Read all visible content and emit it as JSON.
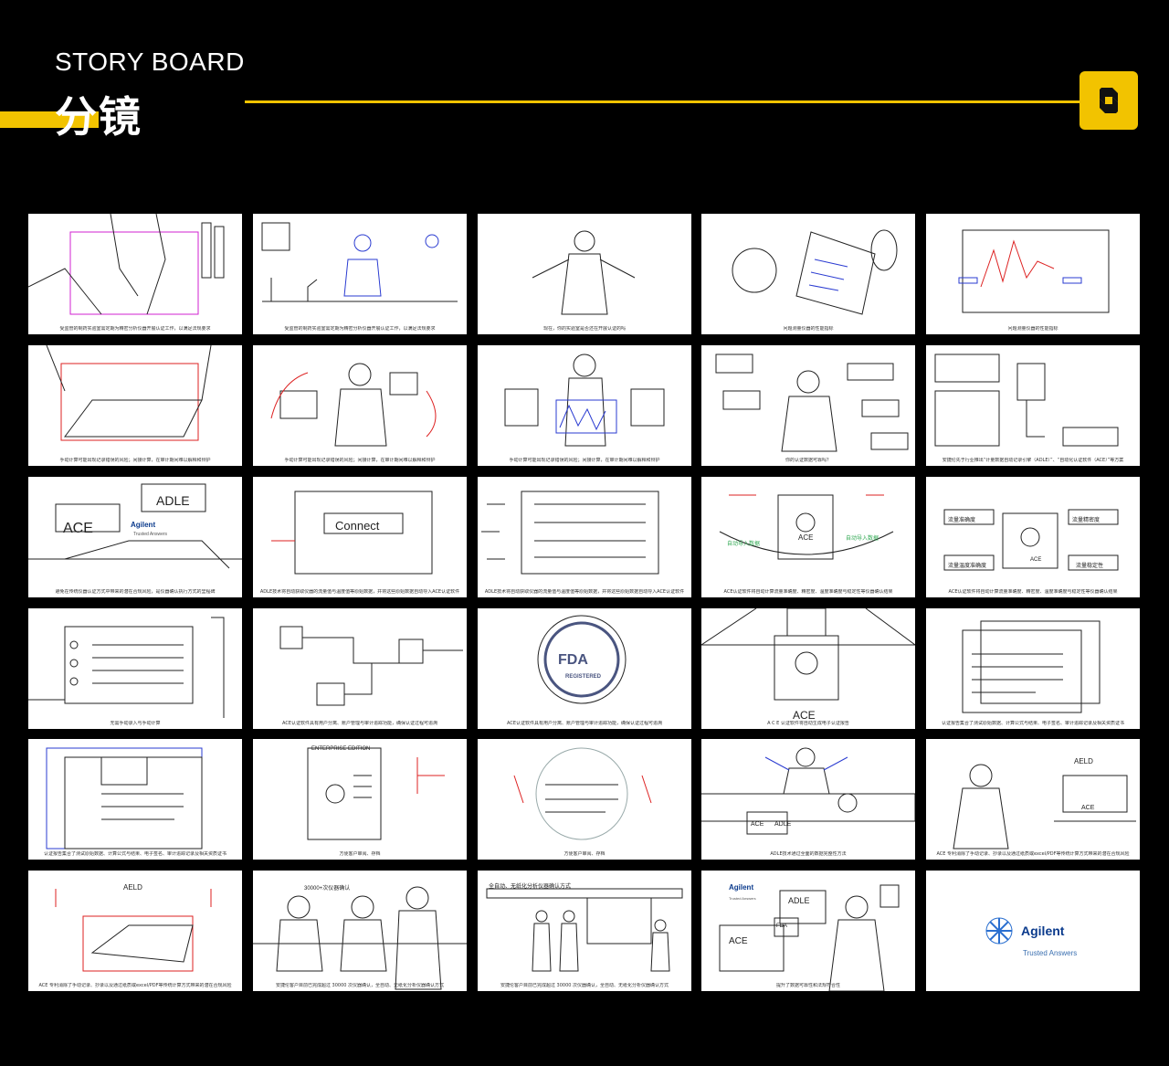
{
  "header": {
    "title_en": "STORY BOARD",
    "title_cn": "分镜",
    "accent_color": "#f2c300"
  },
  "panels": [
    {
      "caption": "受监管的制药实验室需定期为精密分析仪器开展认证工作，以满足法规要求"
    },
    {
      "caption": "受监管的制药实验室需定期为精密分析仪器开展认证工作，以满足法规要求"
    },
    {
      "caption": "现在，你的实验室是否还在开展认证的吗"
    },
    {
      "caption": "问题测量仪器的性能指标"
    },
    {
      "caption": "问题测量仪器的性能指标"
    },
    {
      "caption": "手动计算可能出现记录错误的风险；间接计算，在审计期间难以解释和辩护"
    },
    {
      "caption": "手动计算可能出现记录错误的风险；间接计算，在审计期间难以解释和辩护"
    },
    {
      "caption": "手动计算可能出现记录错误的风险；间接计算，在审计期间难以解释和辩护"
    },
    {
      "caption": "你的认证数据可靠吗？"
    },
    {
      "caption": "安捷伦先于行业推出“计量数据自动记录引擎（ADLE）”、“自动化认证软件（ACE）”等方案"
    },
    {
      "caption": "避免在传统仪器认证方式中带来的潜在合规风险，是仪器确认执行方式的里程碑",
      "labels": [
        "ACE",
        "ADLE",
        "Agilent",
        "Trusted Answers"
      ]
    },
    {
      "caption": "ADLE技术将自动获取仪器的流量值与温度值等原始数据，并将这些原始数据自动导入ACE认证软件",
      "labels": [
        "Connect"
      ]
    },
    {
      "caption": "ADLE技术将自动获取仪器的流量值与温度值等原始数据，并将这些原始数据自动导入ACE认证软件"
    },
    {
      "caption": "ACE认证软件将自动计算流量准确度、精密度、温度准确度与稳定性等仪器确认结果",
      "labels": [
        "ACE",
        "自动导入数据",
        "自动导入数据"
      ]
    },
    {
      "caption": "ACE认证软件将自动计算流量准确度、精密度、温度准确度与稳定性等仪器确认结果",
      "labels": [
        "流量准确度",
        "流量精密度",
        "流量温度准确度",
        "流量稳定性",
        "ACE"
      ]
    },
    {
      "caption": "无需手动录入与手动计算"
    },
    {
      "caption": "ACE认证软件具有用户分离、账户管理与审计追踪功能，确保认证过程可追溯"
    },
    {
      "caption": "ACE认证软件具有用户分离、账户管理与审计追踪功能，确保认证过程可追溯",
      "labels": [
        "FDA",
        "REGISTERED"
      ]
    },
    {
      "caption": "A C E 认证软件将自动生成电子认证报告",
      "labels": [
        "ACE"
      ]
    },
    {
      "caption": "认证报告集合了测试原始数据、计算公式与结果、电子签名、审计追踪记录及相关资质证书"
    },
    {
      "caption": "认证报告集合了测试原始数据、计算公式与结果、电子签名、审计追踪记录及相关资质证书"
    },
    {
      "caption": "方便客户审阅、存档",
      "labels": [
        "ENTERPRISE EDITION"
      ]
    },
    {
      "caption": "方便客户审阅、存档"
    },
    {
      "caption": "ADLE技术通过全面的数据完整性方法",
      "labels": [
        "ACE",
        "ADLE"
      ]
    },
    {
      "caption": "ACE 专利消除了手动记录、抄录以及通过纸质或excel/PDF等传统计算方式带来的潜在合规风险",
      "labels": [
        "AELD",
        "ACE"
      ]
    },
    {
      "caption": "ACE 专利消除了手动记录、抄录以及通过纸质或excel/PDF等传统计算方式带来的潜在合规风险",
      "labels": [
        "AELD"
      ]
    },
    {
      "caption": "安捷伦客户目前已完成超过 30000 次仪器确认，全自动、无纸化分析仪器确认方式",
      "labels": [
        "30000+次仪器确认"
      ]
    },
    {
      "caption": "安捷伦客户目前已完成超过 30000 次仪器确认，全自动、无纸化分析仪器确认方式",
      "labels": [
        "全自动、无纸化分析仪器确认方式"
      ]
    },
    {
      "caption": "提升了数据可靠性和法规符合性",
      "labels": [
        "Agilent",
        "Trusted Answers",
        "ACE",
        "ADLE",
        "FDA"
      ]
    },
    {
      "caption": "",
      "labels": [
        "Agilent",
        "Trusted Answers"
      ]
    }
  ]
}
